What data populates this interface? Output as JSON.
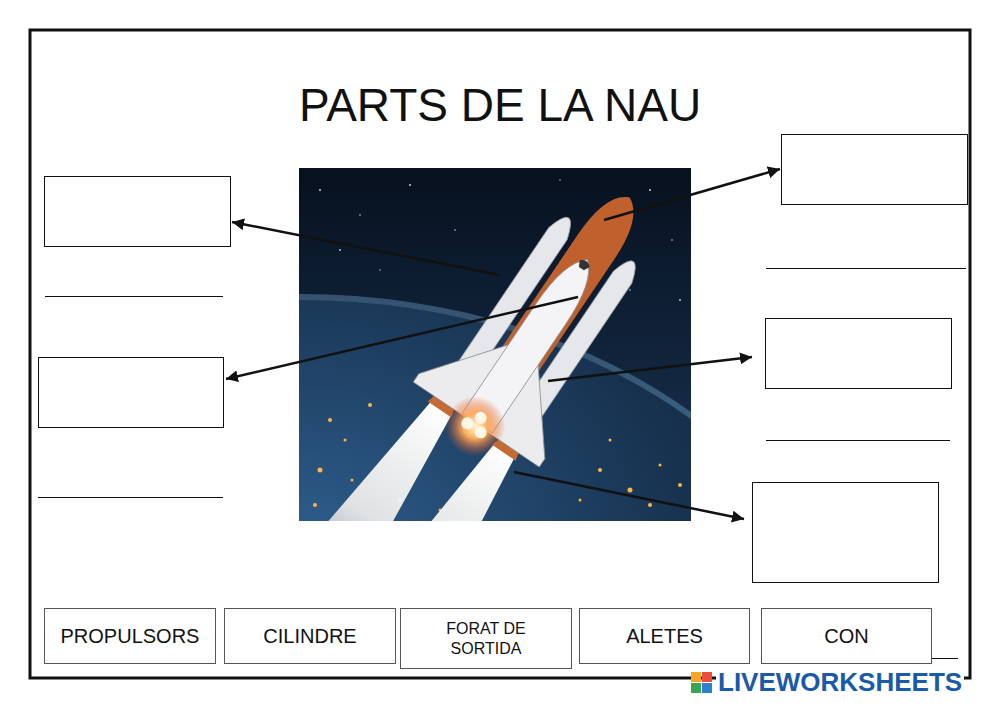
{
  "diagram": {
    "title": "PARTS DE LA NAU",
    "nodes": [
      {
        "text": [
          "PROPULSORS"
        ]
      },
      {
        "text": [
          "CILINDRE"
        ]
      },
      {
        "text": [
          "FORAT DE SORTIDA"
        ]
      },
      {
        "text": [
          "ALETES"
        ]
      },
      {
        "text": [
          "CON"
        ]
      }
    ],
    "labels": [
      "LIVEWORKSHEETS"
    ]
  }
}
